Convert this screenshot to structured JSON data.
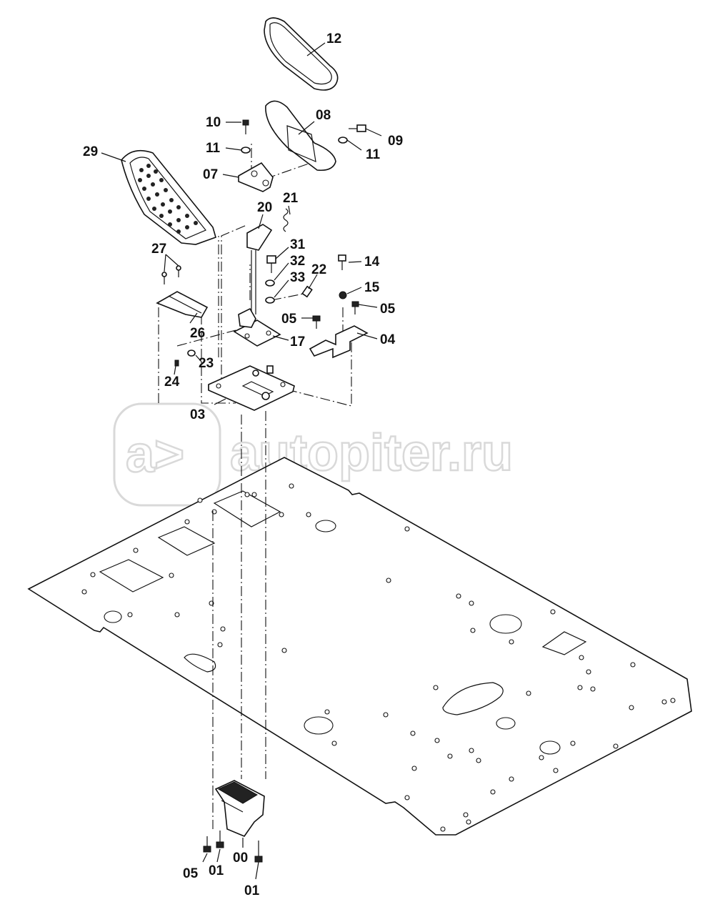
{
  "watermark": {
    "text": "autopiter.ru",
    "logo_glyph": "a>"
  },
  "callouts": [
    "12",
    "08",
    "09",
    "11",
    "10",
    "11",
    "07",
    "29",
    "21",
    "20",
    "31",
    "32",
    "33",
    "22",
    "14",
    "15",
    "05",
    "05",
    "04",
    "17",
    "27",
    "26",
    "23",
    "24",
    "03",
    "05",
    "01",
    "00",
    "01"
  ]
}
